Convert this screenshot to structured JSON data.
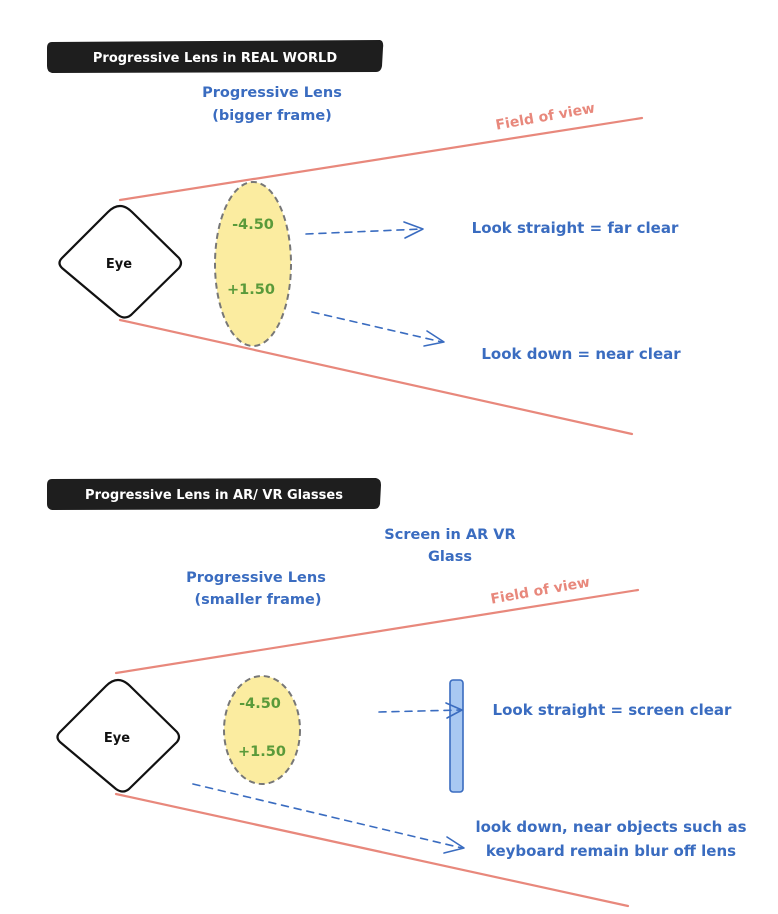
{
  "section_real": {
    "banner": "Progressive Lens in REAL WORLD",
    "lens_label_line1": "Progressive Lens",
    "lens_label_line2": "(bigger frame)",
    "fov_label": "Field of view",
    "eye_label": "Eye",
    "lens_power_top": "-4.50",
    "lens_power_bottom": "+1.50",
    "note_straight": "Look straight = far clear",
    "note_down": "Look down = near clear"
  },
  "section_arvr": {
    "banner": "Progressive Lens in AR/ VR Glasses",
    "screen_label_line1": "Screen in AR VR",
    "screen_label_line2": "Glass",
    "lens_label_line1": "Progressive Lens",
    "lens_label_line2": "(smaller frame)",
    "fov_label": "Field of view",
    "eye_label": "Eye",
    "lens_power_top": "-4.50",
    "lens_power_bottom": "+1.50",
    "note_straight": "Look straight = screen clear",
    "note_down_line1": "look down, near objects such as",
    "note_down_line2": "keyboard remain blur off lens"
  },
  "colors": {
    "banner_bg": "#1e1e1e",
    "text_blue": "#3a6cc0",
    "fov_red": "#e8887c",
    "lens_fill": "#fbeca0",
    "lens_power_green": "#5a9a3a",
    "screen_fill": "#a8c8f2"
  }
}
